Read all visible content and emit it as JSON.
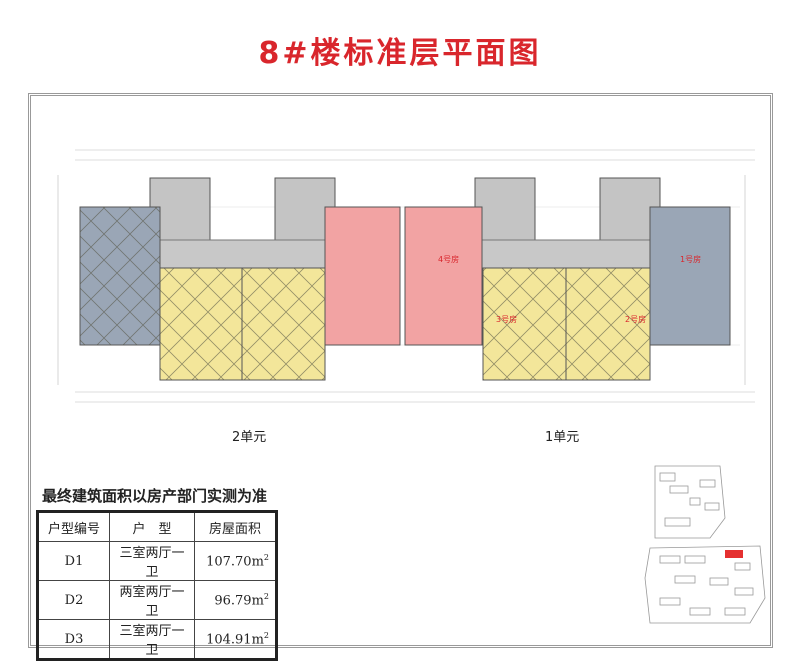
{
  "title": "8#楼标准层平面图",
  "units": {
    "left": "2单元",
    "right": "1单元"
  },
  "room_labels": [
    "4号房",
    "3号房",
    "2号房",
    "1号房"
  ],
  "caption": "最终建筑面积以房产部门实测为准",
  "table": {
    "headers": [
      "户型编号",
      "户　型",
      "房屋面积"
    ],
    "rows": [
      {
        "code": "D1",
        "type": "三室两厅一卫",
        "area": "107.70m",
        "unit": "2"
      },
      {
        "code": "D2",
        "type": "两室两厅一卫",
        "area": "96.79m",
        "unit": "2"
      },
      {
        "code": "D3",
        "type": "三室两厅一卫",
        "area": "104.91m",
        "unit": "2"
      }
    ]
  },
  "colors": {
    "title": "#d9262c",
    "blue": "#9aa6b6",
    "yellow": "#f3e69a",
    "pink": "#f2a3a3",
    "gray": "#c4c4c4"
  }
}
